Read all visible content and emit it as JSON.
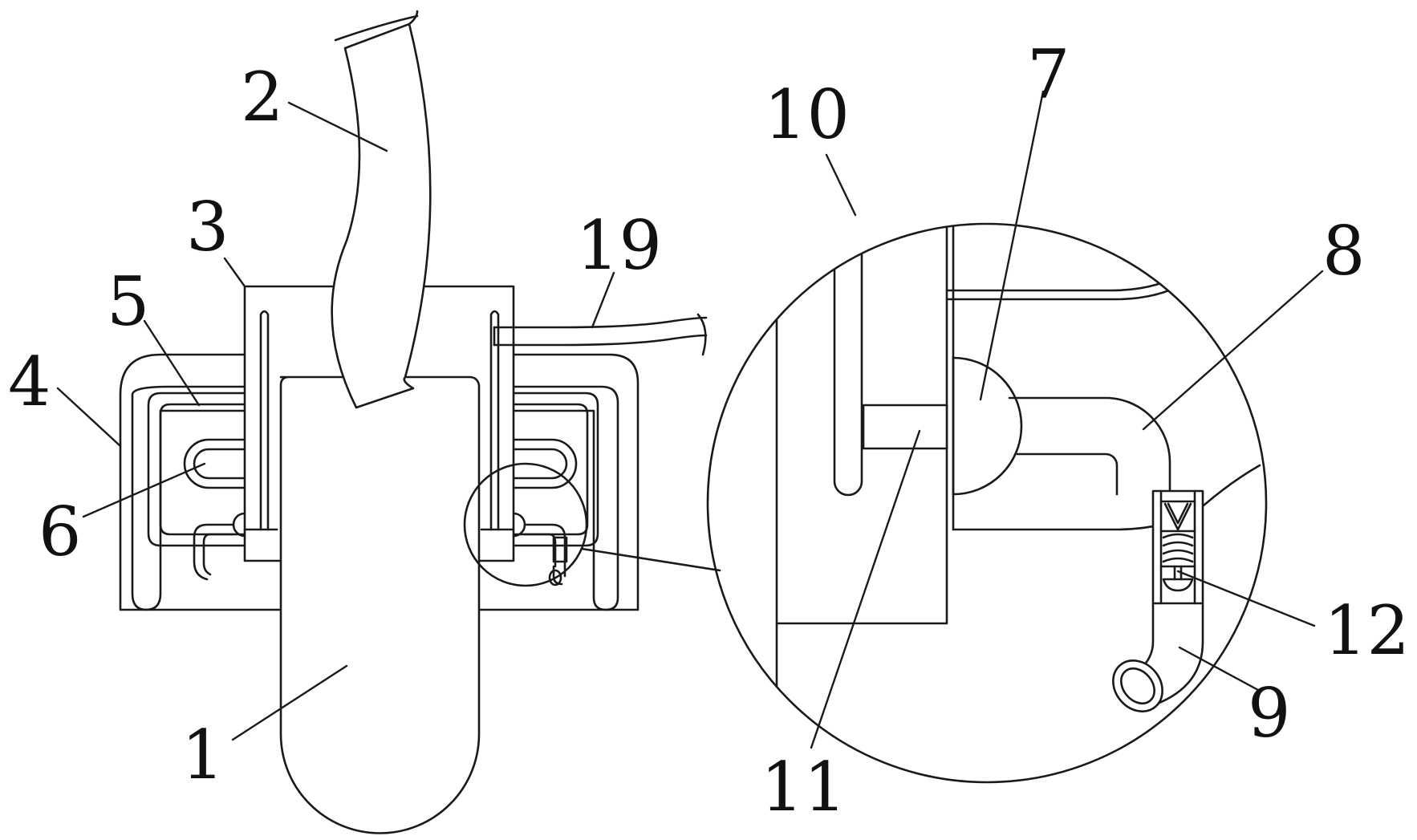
{
  "figure": {
    "background": "#ffffff",
    "line_color": "#1a1a1a",
    "labels": {
      "l1": "1",
      "l2": "2",
      "l3": "3",
      "l4": "4",
      "l5": "5",
      "l6": "6",
      "l7": "7",
      "l8": "8",
      "l9": "9",
      "l10": "10",
      "l11": "11",
      "l12": "12",
      "l19": "19"
    }
  }
}
